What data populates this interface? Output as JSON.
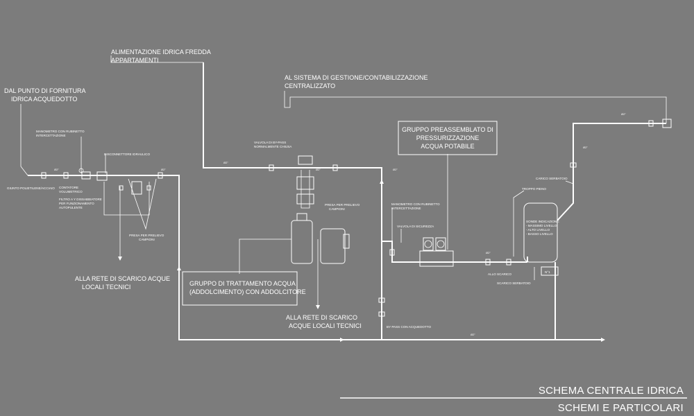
{
  "labels": {
    "fornitura": [
      "DAL PUNTO DI FORNITURA",
      "IDRICA ACQUEDOTTO"
    ],
    "alimentazione": [
      "ALIMENTAZIONE IDRICA FREDDA",
      "APPARTAMENTI"
    ],
    "sistema": [
      "AL SISTEMA DI GESTIONE/CONTABILIZZAZIONE",
      "CENTRALIZZATO"
    ],
    "gruppo_press": [
      "GRUPPO PREASSEMBLATO DI",
      "PRESSURIZZAZIONE",
      "ACQUA POTABILE"
    ],
    "gruppo_tratt": [
      "GRUPPO DI TRATTAMENTO ACQUA",
      "(ADDOLCIMENTO) CON ADDOLCITORE"
    ],
    "scarico_1": [
      "ALLA RETE DI SCARICO ACQUE",
      "LOCALI TECNICI"
    ],
    "scarico_2": [
      "ALLA RETE DI SCARICO",
      "ACQUE LOCALI TECNICI"
    ],
    "manometro_1": [
      "MANOMETRO CON RUBINETTO",
      "INTERCETTAZIONE"
    ],
    "disconnettore": "DISCONNETTORE IDRAULICO",
    "giunto": "GIUNTO POLIETILENE/ACCIAIO",
    "contatore": [
      "CONTATORE",
      "VOLUMETRICO"
    ],
    "filtro": [
      "FILTRO A Y DISSABBIATORE",
      "PER FUNZIONAMENTO",
      "AUTOPULENTE"
    ],
    "presa_1": [
      "PRESA PER PRELIEVO",
      "CAMPIONI"
    ],
    "valvola_bypass": [
      "VALVOLA DI BY-PASS",
      "NORMALMENTE CHIUSA"
    ],
    "presa_2": [
      "PRESA PER PRELIEVO",
      "CAMPIONI"
    ],
    "manometro_2": [
      "MANOMETRO CON RUBINETTO",
      "INTERCETTAZIONE"
    ],
    "valvola_sicurezza": "VALVOLA DI SICUREZZA",
    "carico_serbatoio": "CARICO SERBATOIO",
    "troppo_pieno": "TROPPO PIENO",
    "sonde": [
      "SONDE INDICAZIONE:",
      "- MASSIMO LIVELLO",
      "- ALTO LIVELLO",
      "- BASSO LIVELLO"
    ],
    "allo_scarico": "ALLO SCARICO",
    "scarico_serbatoio": "SCARICO SERBATOIO",
    "tank_number": "N°1",
    "bypass_acquedotto": "BY PASS CON ACQUEDOTTO",
    "diameter": "Ø2\""
  },
  "titles": {
    "line1": "SCHEMA CENTRALE IDRICA",
    "line2": "SCHEMI E PARTICOLARI"
  },
  "colors": {
    "background": "#7c7c7c",
    "lines": "#ffffff"
  }
}
